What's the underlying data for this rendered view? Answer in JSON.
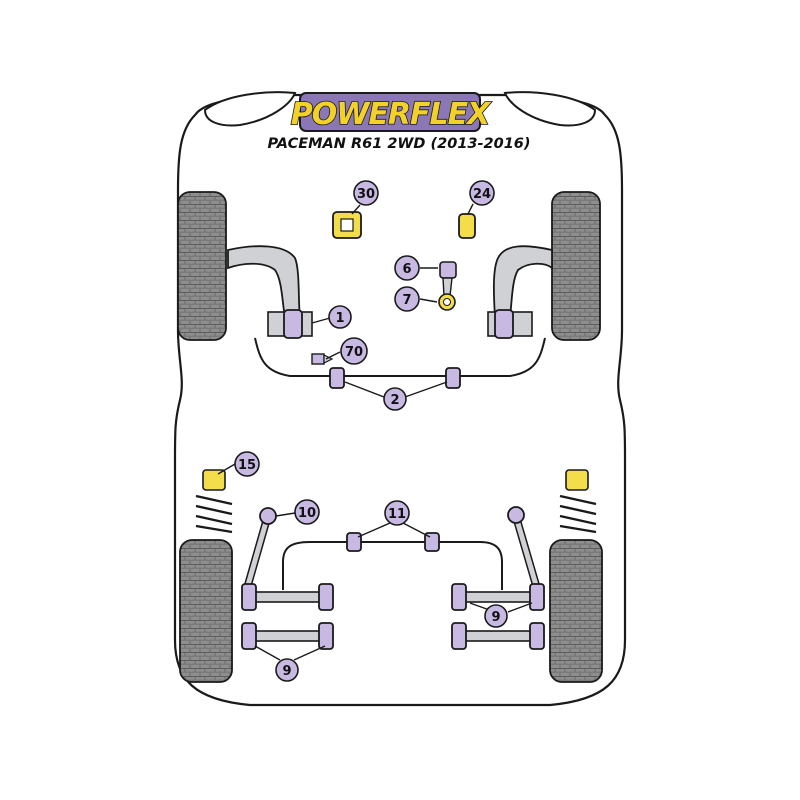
{
  "brand": {
    "logo_text": "POWERFLEX",
    "model": "PACEMAN R61 2WD (2013-2016)"
  },
  "colors": {
    "bush_purple": "#c8b9e3",
    "bush_purple_dark": "#8b77b5",
    "bush_yellow": "#f3dd4b",
    "tyre_gray": "#6b6b6b",
    "outline": "#1a1a1a",
    "arm_gray": "#cfd1d4"
  },
  "callouts": {
    "c30": "30",
    "c24": "24",
    "c6": "6",
    "c7": "7",
    "c1": "1",
    "c70": "70",
    "c2": "2",
    "c15": "15",
    "c10": "10",
    "c11": "11",
    "c9a": "9",
    "c9b": "9"
  }
}
